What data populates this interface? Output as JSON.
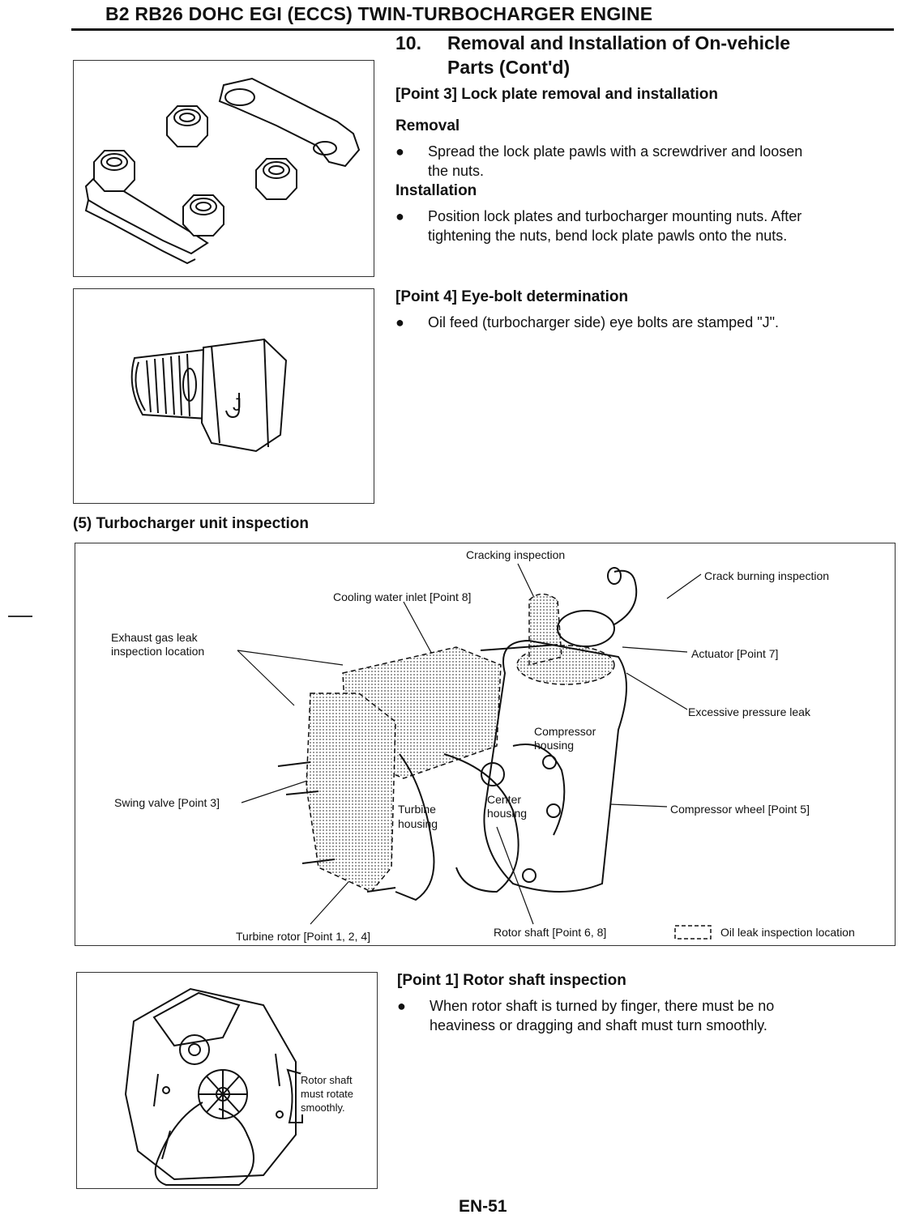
{
  "header": {
    "title": "B2  RB26 DOHC EGI (ECCS) TWIN-TURBOCHARGER ENGINE"
  },
  "section": {
    "number": "10.",
    "title_line1": "Removal and Installation of On-vehicle",
    "title_line2": "Parts (Cont'd)"
  },
  "point3": {
    "heading": "[Point 3]  Lock plate removal and installation",
    "removal_heading": "Removal",
    "removal_bullet_line1": "Spread the lock plate pawls with a screwdriver and loosen",
    "removal_bullet_line2": "the nuts.",
    "installation_heading": "Installation",
    "installation_bullet_line1": "Position lock plates and turbocharger mounting nuts. After",
    "installation_bullet_line2": "tightening the nuts, bend lock plate pawls onto the nuts."
  },
  "point4": {
    "heading": "[Point 4]  Eye-bolt determination",
    "bullet": "Oil feed (turbocharger side) eye bolts are stamped \"J\".",
    "stamp_letter": "J"
  },
  "inspection": {
    "heading": "(5)  Turbocharger unit inspection",
    "labels": {
      "cracking": "Cracking inspection",
      "crack_burning": "Crack burning inspection",
      "cooling_water": "Cooling water inlet [Point 8]",
      "exhaust_leak_1": "Exhaust gas leak",
      "exhaust_leak_2": "inspection location",
      "actuator": "Actuator [Point 7]",
      "excessive_pressure": "Excessive pressure leak",
      "compressor_housing_1": "Compressor",
      "compressor_housing_2": "housing",
      "swing_valve": "Swing valve [Point 3]",
      "turbine_housing_1": "Turbine",
      "turbine_housing_2": "housing",
      "center_housing_1": "Center",
      "center_housing_2": "housing",
      "compressor_wheel": "Compressor wheel [Point 5]",
      "turbine_rotor": "Turbine rotor [Point 1, 2, 4]",
      "rotor_shaft": "Rotor shaft [Point 6, 8]",
      "oil_leak_legend": "Oil leak inspection location"
    }
  },
  "point1": {
    "heading": "[Point 1]  Rotor shaft inspection",
    "bullet_line1": "When rotor shaft is turned by finger, there must be no",
    "bullet_line2": "heaviness or dragging and shaft must turn smoothly.",
    "fig_label_1": "Rotor shaft",
    "fig_label_2": "must rotate",
    "fig_label_3": "smoothly."
  },
  "footer": {
    "page_number": "EN-51"
  },
  "bullet_glyph": "●"
}
